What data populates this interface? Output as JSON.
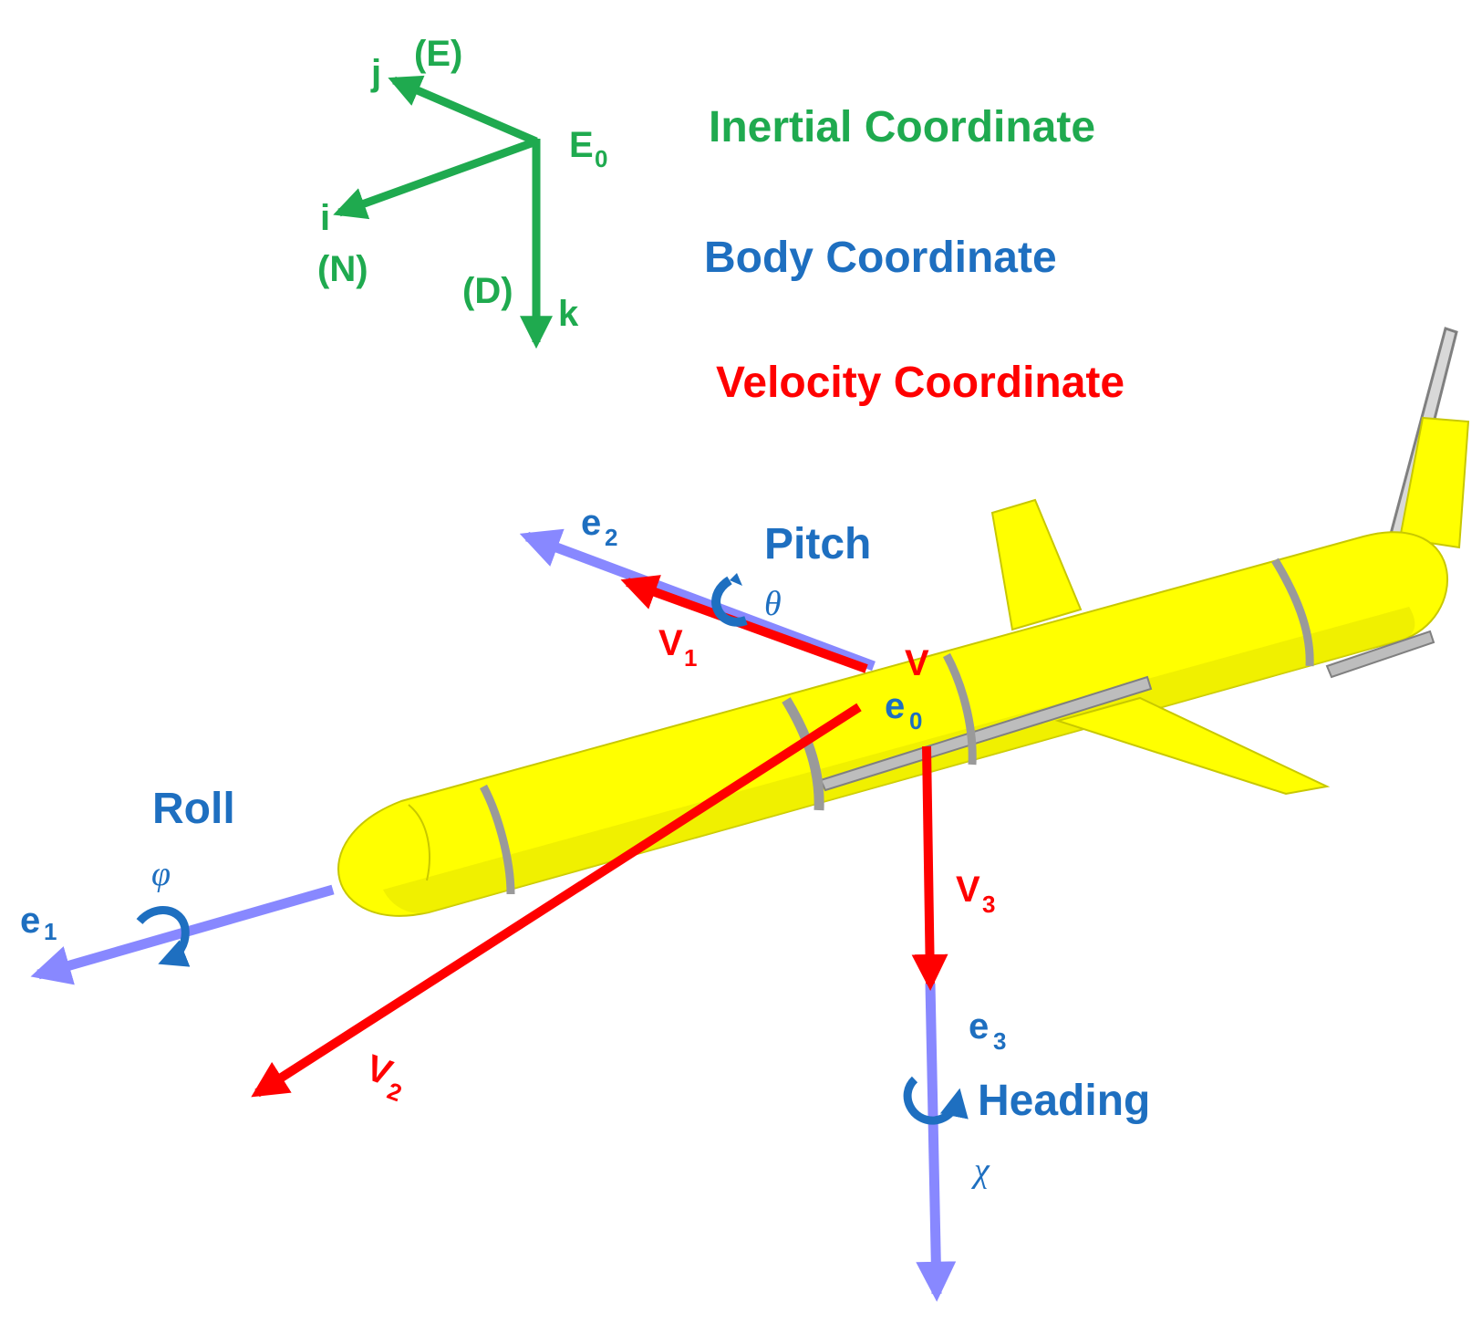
{
  "colors": {
    "inertial": "#1faa4f",
    "body": "#1e6fc0",
    "body_axis": "#8888ff",
    "velocity": "#ff0000",
    "glider": "#ffff00",
    "glider_outline": "#c8c800",
    "band": "#9a9a9a"
  },
  "legend": {
    "inertial": "Inertial Coordinate",
    "body": "Body Coordinate",
    "velocity": "Velocity Coordinate"
  },
  "inertial_frame": {
    "origin": "E",
    "origin_sub": "0",
    "i": "i",
    "i_dir": "(N)",
    "j": "j",
    "j_dir": "(E)",
    "k": "k",
    "k_dir": "(D)"
  },
  "body_frame": {
    "origin": "e",
    "origin_sub": "0",
    "e1": "e",
    "e1_sub": "1",
    "e2": "e",
    "e2_sub": "2",
    "e3": "e",
    "e3_sub": "3",
    "roll": "Roll",
    "roll_sym": "φ",
    "pitch": "Pitch",
    "pitch_sym": "θ",
    "heading": "Heading",
    "heading_sym": "χ"
  },
  "velocity_frame": {
    "origin": "V",
    "v1": "V",
    "v1_sub": "1",
    "v2": "V",
    "v2_sub": "2",
    "v3": "V",
    "v3_sub": "3"
  },
  "icons": [
    "roll-rotation-icon",
    "pitch-rotation-icon",
    "heading-rotation-icon"
  ]
}
